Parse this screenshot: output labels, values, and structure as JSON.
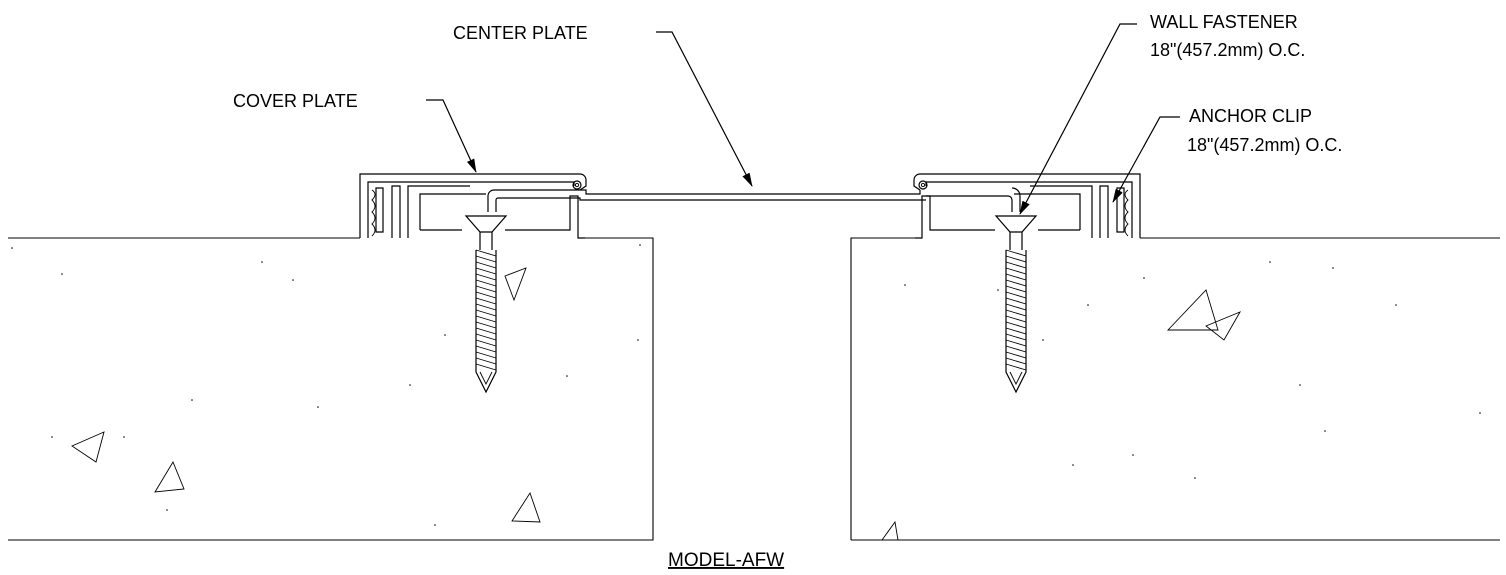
{
  "labels": {
    "center_plate": "CENTER PLATE",
    "cover_plate": "COVER PLATE",
    "wall_fastener_line1": "WALL FASTENER",
    "wall_fastener_line2": "18\"(457.2mm) O.C.",
    "anchor_clip_line1": "ANCHOR CLIP",
    "anchor_clip_line2": "18\"(457.2mm) O.C."
  },
  "title": "MODEL-AFW",
  "colors": {
    "line": "#000000",
    "background": "#ffffff"
  }
}
